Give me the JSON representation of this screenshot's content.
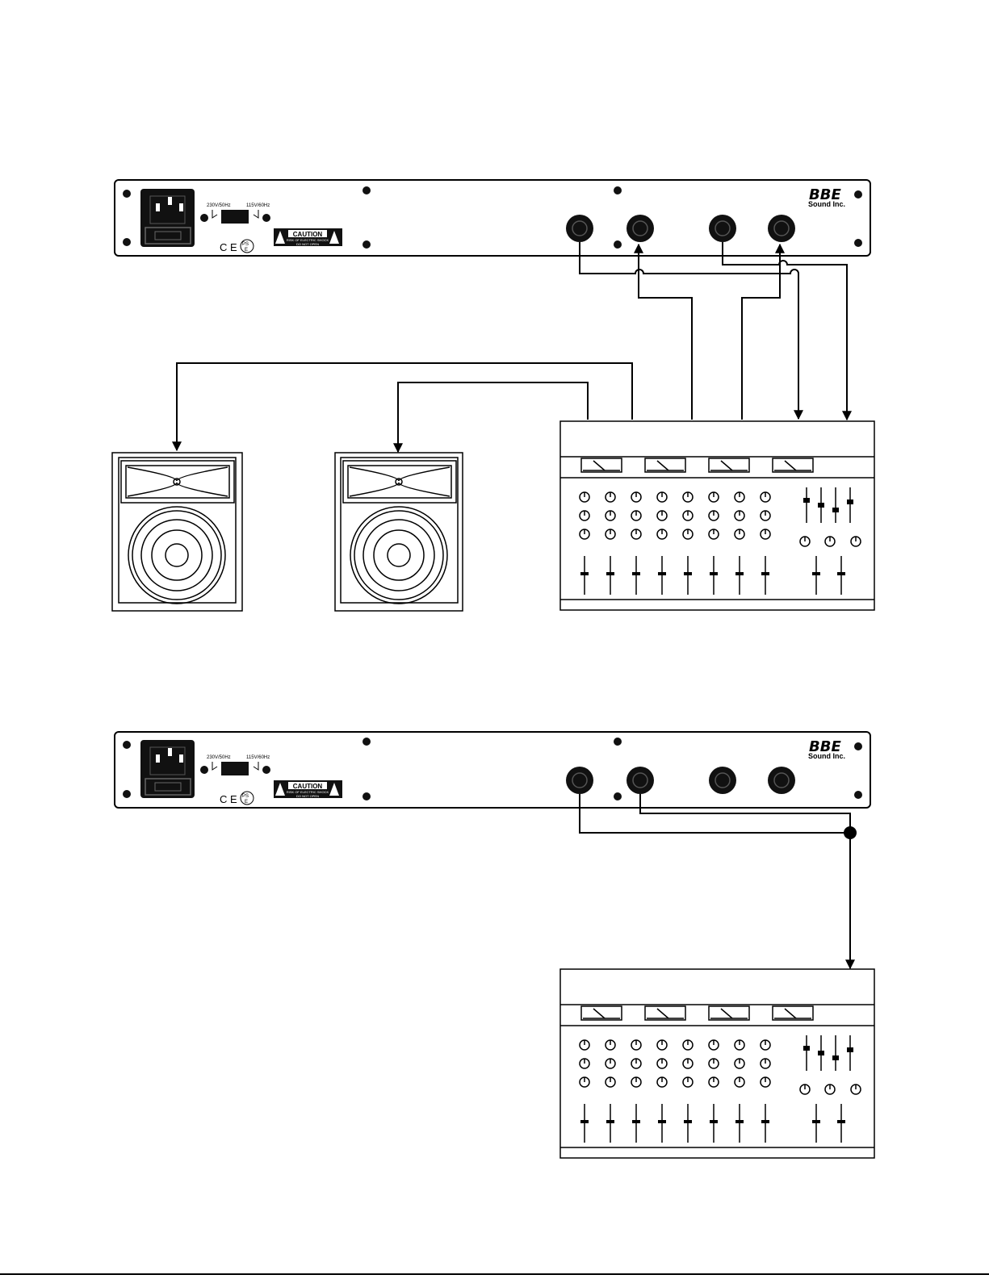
{
  "units": [
    {
      "id": "top",
      "brand": {
        "name": "BBE",
        "subtitle": "Sound Inc."
      },
      "voltage": {
        "left": "230V/50Hz",
        "right": "115V/60Hz"
      },
      "caution": {
        "title": "CAUTION",
        "line1": "RISK OF ELECTRIC SHOCK",
        "line2": "DO NOT OPEN"
      },
      "marks": {
        "ce": "C E",
        "pse_top": "PS",
        "pse_bottom": "E"
      }
    },
    {
      "id": "bottom",
      "brand": {
        "name": "BBE",
        "subtitle": "Sound Inc."
      },
      "voltage": {
        "left": "230V/50Hz",
        "right": "115V/60Hz"
      },
      "caution": {
        "title": "CAUTION",
        "line1": "RISK OF ELECTRIC SHOCK",
        "line2": "DO NOT OPEN"
      },
      "marks": {
        "ce": "C E",
        "pse_top": "PS",
        "pse_bottom": "E"
      }
    }
  ],
  "colors": {
    "line": "#000000",
    "background": "#ffffff",
    "fill_dark": "#111111"
  },
  "icons": [
    "power-inlet-icon",
    "voltage-switch-icon",
    "ce-mark-icon",
    "pse-mark-icon",
    "caution-label-icon",
    "jack-icon",
    "speaker-icon",
    "mixer-icon",
    "vu-meter-icon",
    "knob-icon",
    "fader-icon",
    "arrow-icon",
    "junction-icon"
  ]
}
